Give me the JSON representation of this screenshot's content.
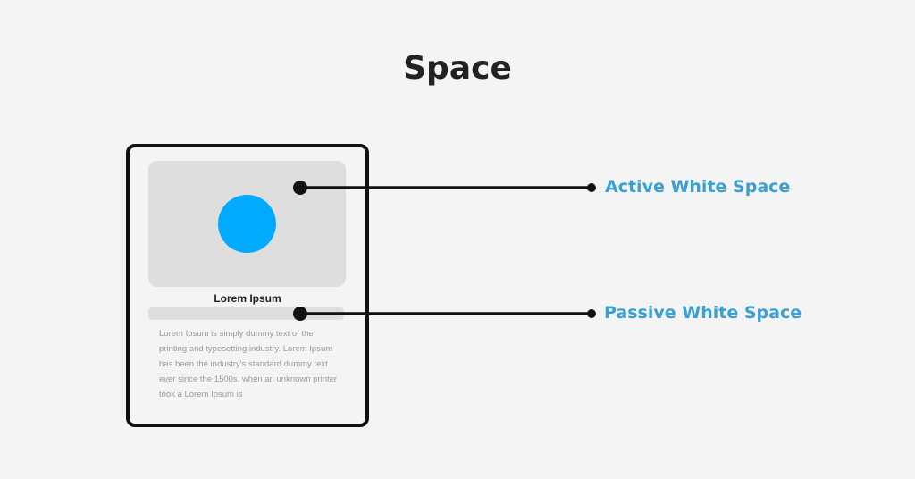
{
  "title": "Space",
  "card": {
    "heading": "Lorem Ipsum",
    "body": "Lorem Ipsum is simply dummy text of the printing and typesetting industry. Lorem Ipsum has been the industry's standard dummy text ever since the 1500s, when an unknown printer took a Lorem Ipsum is"
  },
  "callouts": {
    "active": "Active White Space",
    "passive": "Passive White Space"
  },
  "colors": {
    "background": "#f4f4f4",
    "placeholder": "#dedede",
    "circle": "#00aaff",
    "callout_text": "#3aa0d2",
    "outline": "#111111"
  }
}
